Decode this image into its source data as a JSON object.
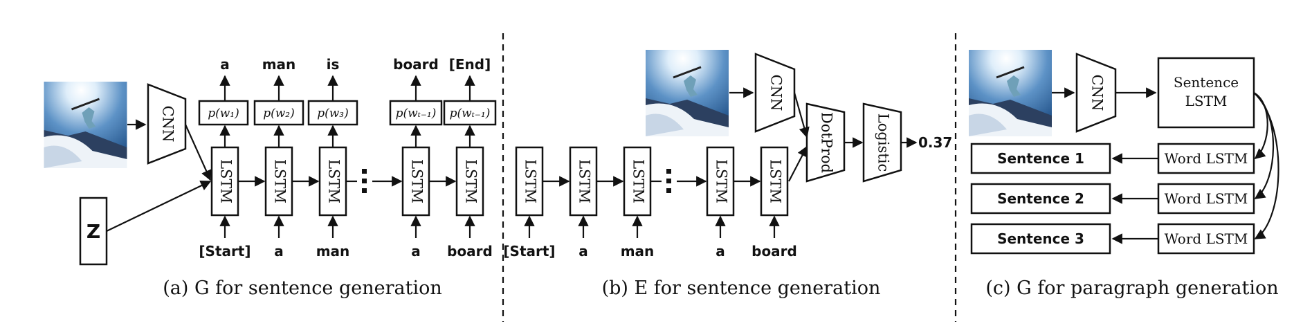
{
  "panel_a": {
    "caption": "(a) G for sentence generation",
    "cnn_label": "CNN",
    "z_label": "Z",
    "lstm_label": "LSTM",
    "outputs": [
      "a",
      "man",
      "is",
      "board",
      "[End]"
    ],
    "probs": [
      "p(w₁)",
      "p(w₂)",
      "p(w₃)",
      "p(wₜ₋₁)",
      "p(wₜ₋₁)"
    ],
    "inputs": [
      "[Start]",
      "a",
      "man",
      "a",
      "board"
    ]
  },
  "panel_b": {
    "caption": "(b) E for sentence generation",
    "cnn_label": "CNN",
    "dotprod_label": "DotProd",
    "logistic_label": "Logistic",
    "score": "0.37",
    "lstm_label": "LSTM",
    "inputs": [
      "[Start]",
      "a",
      "man",
      "a",
      "board"
    ]
  },
  "panel_c": {
    "caption": "(c) G for paragraph generation",
    "cnn_label": "CNN",
    "sentence_lstm_label": "Sentence LSTM",
    "sentence_lstm_line1": "Sentence",
    "sentence_lstm_line2": "LSTM",
    "word_lstm_label": "Word LSTM",
    "sentences": [
      "Sentence 1",
      "Sentence 2",
      "Sentence 3"
    ]
  }
}
